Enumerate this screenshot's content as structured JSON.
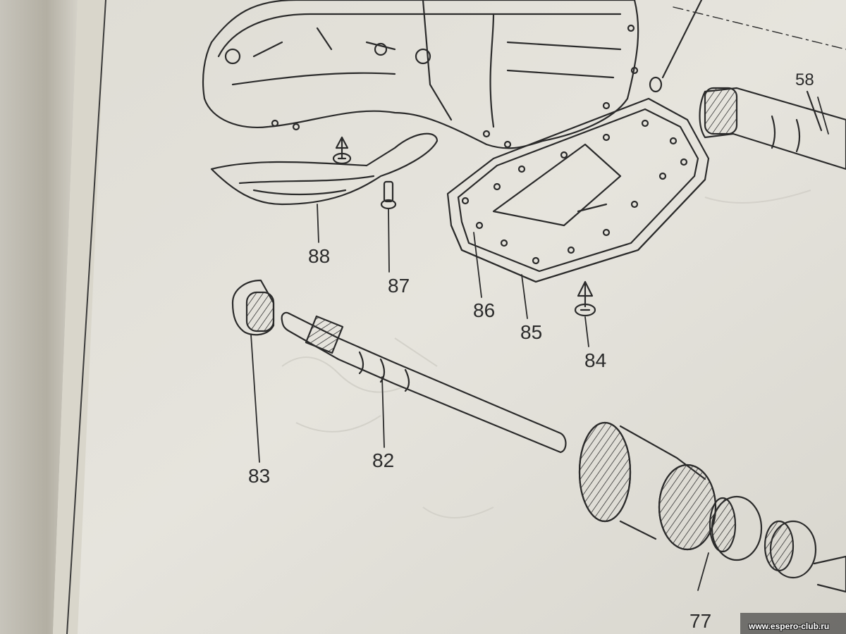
{
  "callouts": {
    "c58": "58",
    "c88": "88",
    "c87": "87",
    "c86": "86",
    "c85": "85",
    "c84": "84",
    "c83": "83",
    "c82": "82",
    "c77": "77"
  },
  "watermark": "www.espero-club.ru",
  "colors": {
    "paper": "#e4e2da",
    "paper_shadow": "#cbc8bf",
    "ink": "#2b2b2b",
    "page_edge_left": "#b8b4a8"
  }
}
